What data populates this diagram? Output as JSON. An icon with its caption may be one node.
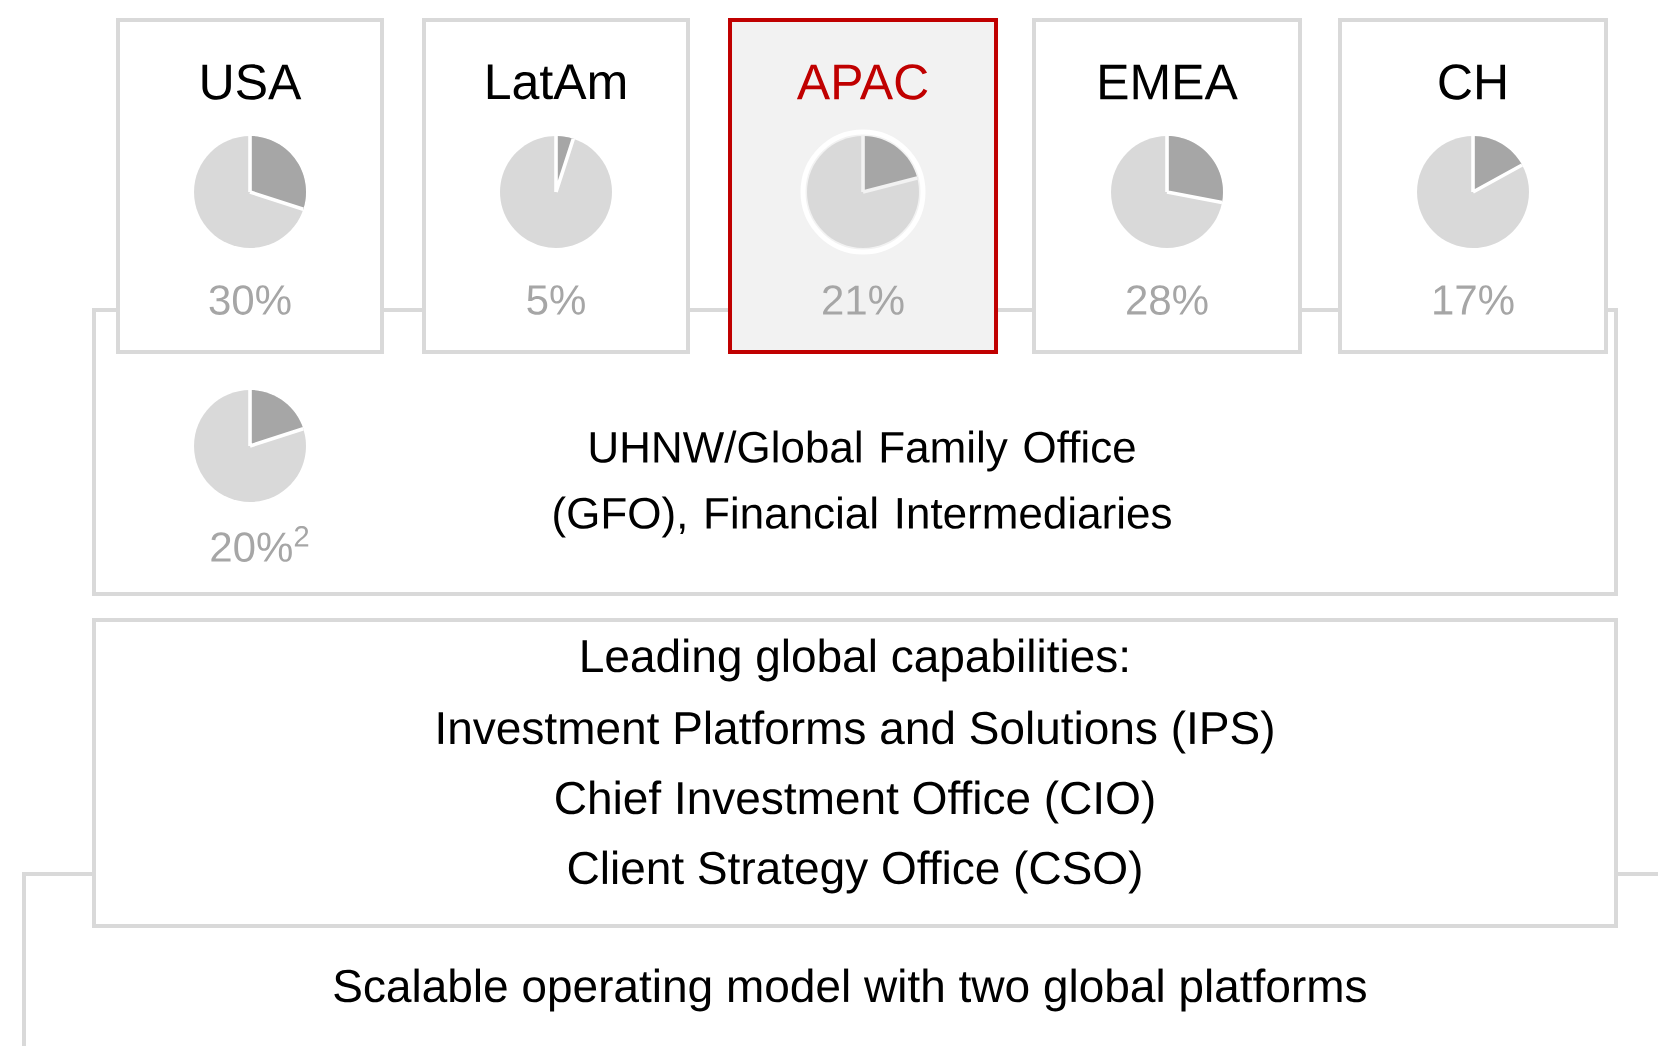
{
  "diagram": {
    "nodes": [
      {
        "text": [
          "USA",
          "30%"
        ]
      },
      {
        "text": [
          "LatAm",
          "5%"
        ]
      },
      {
        "text": [
          "APAC",
          "21%"
        ]
      },
      {
        "text": [
          "EMEA",
          "28%"
        ]
      },
      {
        "text": [
          "CH",
          "17%"
        ]
      },
      {
        "text": [
          "UHNW/Global Family Office (GFO), Financial Intermediaries",
          "20%$^{2}$"
        ]
      },
      {
        "text": [
          "Leading global capabilities:",
          "Investment Platforms and Solutions (IPS)",
          "Chief Investment Office (CIO)",
          "Client Strategy Office (CSO)"
        ]
      },
      {
        "text": [
          "Scalable operating model with two global platforms"
        ]
      }
    ],
    "edges": []
  }
}
